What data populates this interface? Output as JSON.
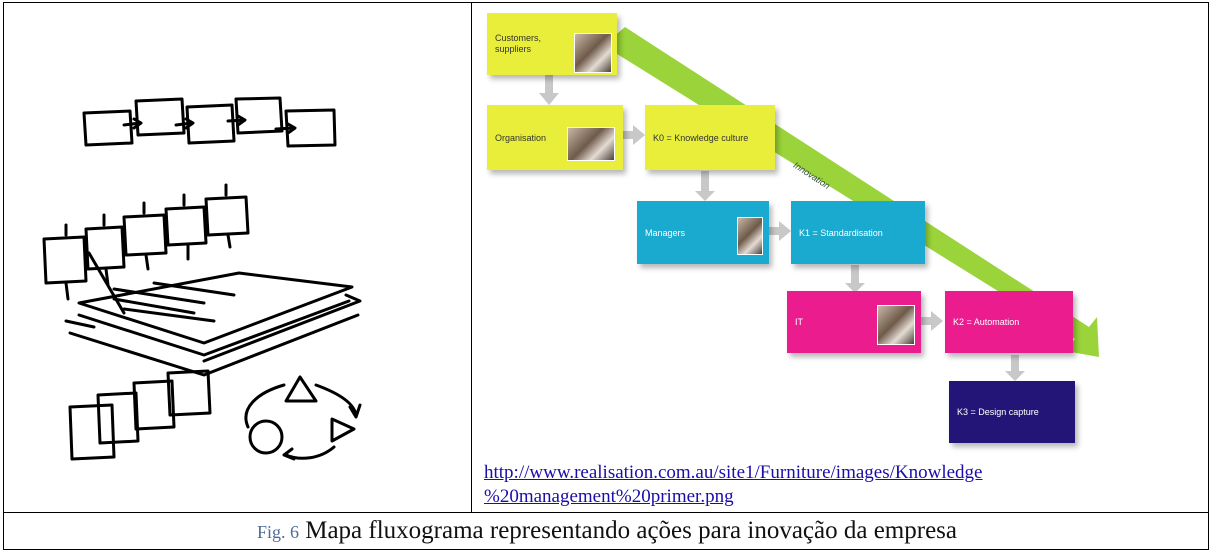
{
  "diagram": {
    "boxes": {
      "customers": "Customers,\nsuppliers",
      "organisation": "Organisation",
      "k0": "K0 = Knowledge culture",
      "managers": "Managers",
      "k1": "K1 = Standardisation",
      "it": "IT",
      "k2": "K2 = Automation",
      "k3": "K3 = Design capture"
    },
    "innovation_label": "Innovation",
    "colors": {
      "yellow": "#e8ee3a",
      "cyan": "#1aa9cf",
      "magenta": "#ea1c8e",
      "navy": "#221577",
      "arrow_green": "#9ad43a",
      "arrow_grey": "#c8c8c8"
    }
  },
  "link": {
    "line1": "http://www.realisation.com.au/site1/Furniture/images/Knowledge",
    "line2": "%20management%20primer.png"
  },
  "caption": {
    "fig_label": "Fig. 6",
    "text": "Mapa fluxograma representando ações para inovação da empresa"
  }
}
